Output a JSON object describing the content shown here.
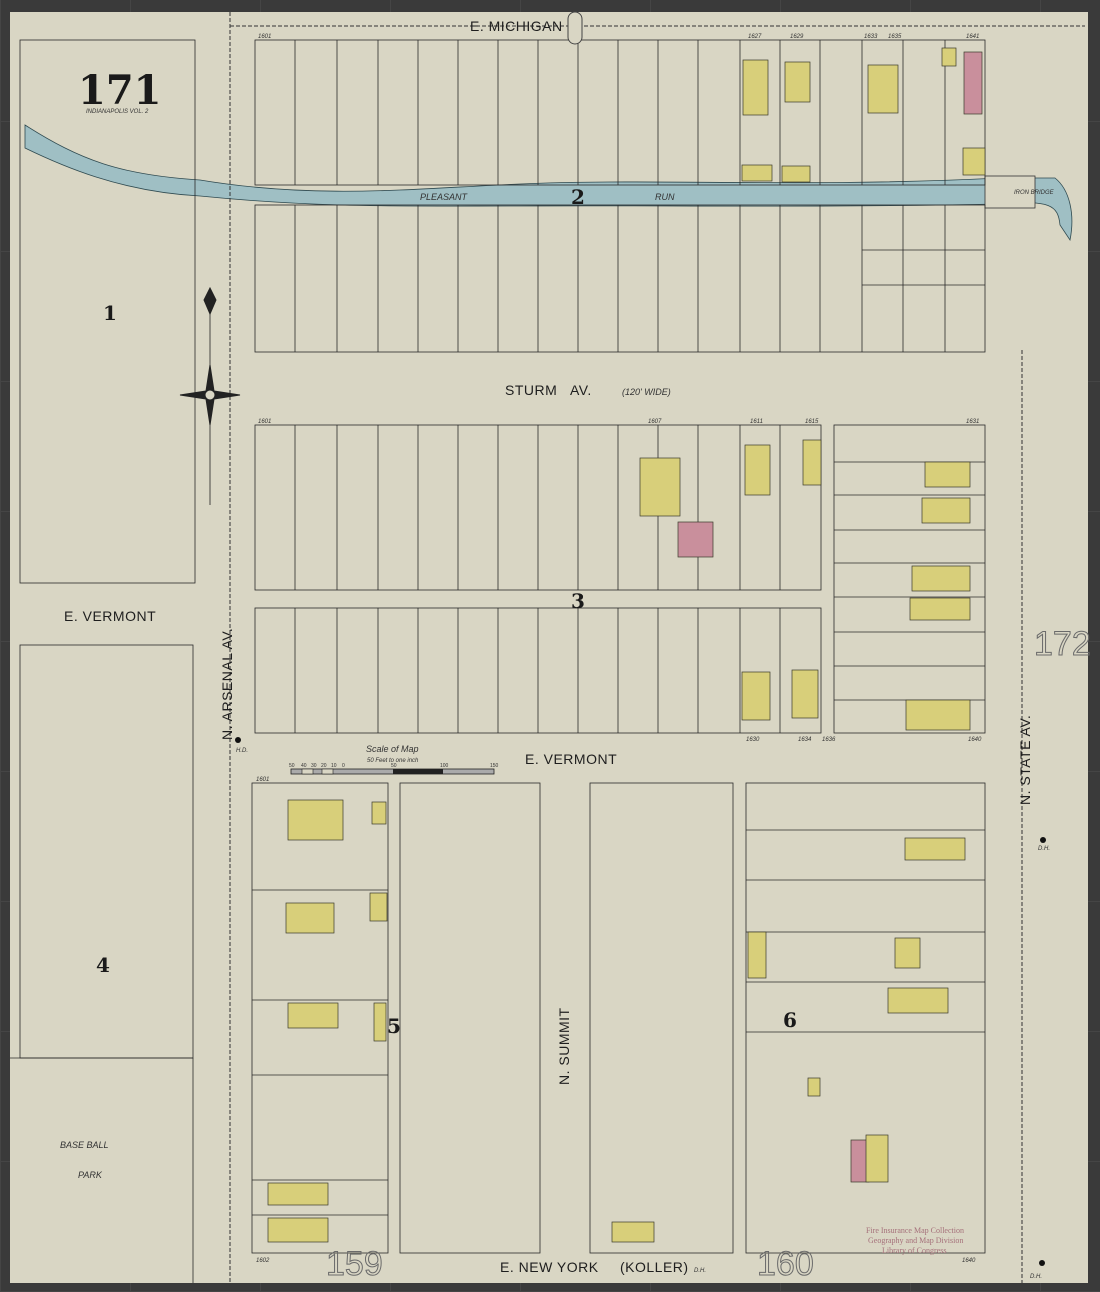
{
  "sheet": {
    "number": "171",
    "subtitle": "INDIANAPOLIS VOL. 2",
    "adjacent_right": "172",
    "adjacent_bottom_left": "159",
    "adjacent_bottom_right": "160"
  },
  "streets": {
    "michigan": "E. MICHIGAN",
    "sturm": "STURM",
    "sturm_av": "AV.",
    "sturm_width": "(120' WIDE)",
    "vermont_left": "E. VERMONT",
    "vermont": "E. VERMONT",
    "arsenal": "N. ARSENAL AV.",
    "state": "N. STATE AV.",
    "summit": "N. SUMMIT",
    "new_york": "E. NEW YORK",
    "new_york_alt": "(KOLLER)"
  },
  "water": {
    "river1": "PLEASANT",
    "river2": "RUN",
    "bridge": "IRON BRIDGE"
  },
  "blocks": [
    "1",
    "2",
    "3",
    "4",
    "5",
    "6"
  ],
  "park": {
    "line1": "BASE BALL",
    "line2": "PARK"
  },
  "scale": {
    "title": "Scale of Map",
    "subtitle": "50 Feet to one inch",
    "ticks": [
      "50",
      "40",
      "30",
      "20",
      "10",
      "0",
      "50",
      "100",
      "150"
    ]
  },
  "house_numbers": [
    "1601",
    "1627",
    "1629",
    "1633",
    "1635",
    "1641",
    "1601",
    "1607",
    "1611",
    "1615",
    "1631",
    "1630",
    "1634",
    "1636",
    "1640",
    "1601",
    "1602",
    "1640"
  ],
  "markers": {
    "hydrant1": "H.D.",
    "hydrant2": "D.H.",
    "hydrant3": "D.H.",
    "hydrant4": "D.H."
  },
  "watermark": [
    "Fire Insurance Map Collection",
    "Geography and Map Division",
    "Library of Congress"
  ],
  "colors": {
    "paper": "#d9d6c4",
    "river": "#9fbfc4",
    "frame_dwelling": "#d8cf7a",
    "brick": "#c98f9c"
  }
}
